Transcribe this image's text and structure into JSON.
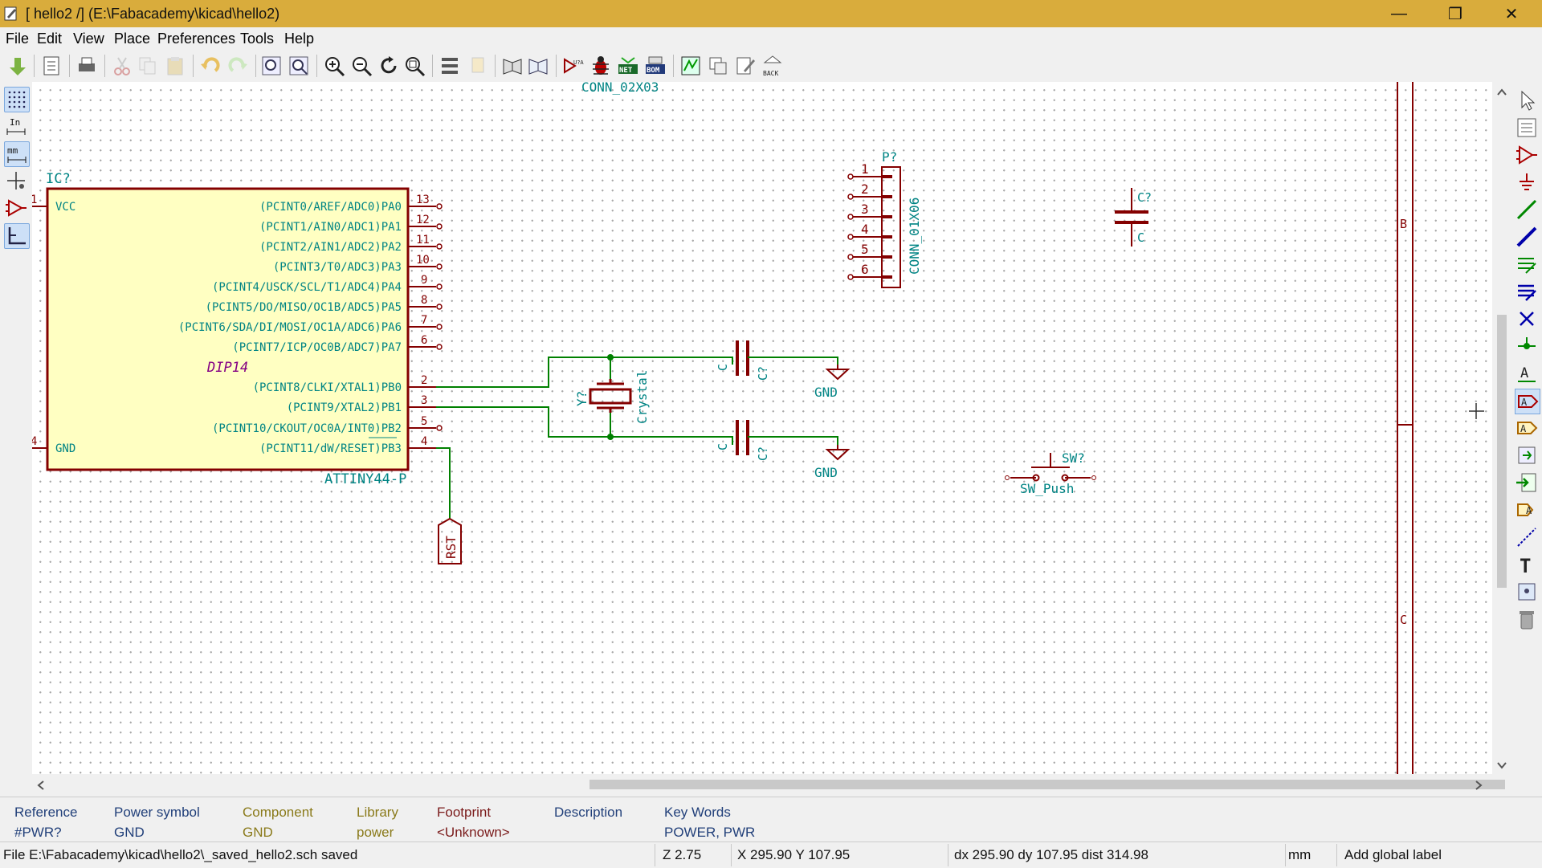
{
  "window": {
    "title": "[ hello2 /] (E:\\Fabacademy\\kicad\\hello2)",
    "minimize_glyph": "—",
    "maximize_glyph": "❐",
    "close_glyph": "✕"
  },
  "menu": [
    {
      "label": "File"
    },
    {
      "label": "Edit"
    },
    {
      "label": "View"
    },
    {
      "label": "Place"
    },
    {
      "label": "Preferences"
    },
    {
      "label": "Tools"
    },
    {
      "label": "Help"
    }
  ],
  "toolbar_text": {
    "back_label": "BACK",
    "net_label": "NET",
    "bom_label": "BOM",
    "annotate_label": "U?A 123"
  },
  "left_toolbar": {
    "units_in": "In",
    "units_mm": "mm"
  },
  "schematic": {
    "top_fragment": "CONN_02X03",
    "ic": {
      "ref": "IC?",
      "value": "ATTINY44-P",
      "footprint": "DIP14",
      "left_pins": [
        {
          "num": "1",
          "name": "VCC"
        },
        {
          "num": "4",
          "name": "GND"
        }
      ],
      "right_pins": [
        {
          "num": "13",
          "name": "(PCINT0/AREF/ADC0)PA0"
        },
        {
          "num": "12",
          "name": "(PCINT1/AIN0/ADC1)PA1"
        },
        {
          "num": "11",
          "name": "(PCINT2/AIN1/ADC2)PA2"
        },
        {
          "num": "10",
          "name": "(PCINT3/T0/ADC3)PA3"
        },
        {
          "num": "9",
          "name": "(PCINT4/USCK/SCL/T1/ADC4)PA4"
        },
        {
          "num": "8",
          "name": "(PCINT5/DO/MISO/OC1B/ADC5)PA5"
        },
        {
          "num": "7",
          "name": "(PCINT6/SDA/DI/MOSI/OC1A/ADC6)PA6"
        },
        {
          "num": "6",
          "name": "(PCINT7/ICP/OC0B/ADC7)PA7"
        },
        {
          "num": "2",
          "name": "(PCINT8/CLKI/XTAL1)PB0"
        },
        {
          "num": "3",
          "name": "(PCINT9/XTAL2)PB1"
        },
        {
          "num": "5",
          "name": "(PCINT10/CKOUT/OC0A/INT0)PB2"
        },
        {
          "num": "4",
          "name": "(PCINT11/dW/RESET)PB3"
        }
      ]
    },
    "rst_label": "RST",
    "crystal": {
      "ref": "Y?",
      "value": "Crystal"
    },
    "cap1": {
      "ref": "C?",
      "value": "C"
    },
    "cap2": {
      "ref": "C?",
      "value": "C"
    },
    "cap3": {
      "ref": "C?",
      "value": "C"
    },
    "gnd1": "GND",
    "gnd2": "GND",
    "connector": {
      "ref": "P?",
      "value": "CONN_01X06",
      "pins": [
        "1",
        "2",
        "3",
        "4",
        "5",
        "6"
      ]
    },
    "switch": {
      "ref": "SW?",
      "value": "SW_Push"
    },
    "border_zone_b": "B",
    "border_zone_c": "C"
  },
  "info_panel": [
    {
      "label": "Reference",
      "value": "#PWR?"
    },
    {
      "label": "Power symbol",
      "value": "GND"
    },
    {
      "label": "Component",
      "value": "GND"
    },
    {
      "label": "Library",
      "value": "power"
    },
    {
      "label": "Footprint",
      "value": "<Unknown>"
    },
    {
      "label": "Description",
      "value": ""
    },
    {
      "label": "Key Words",
      "value": "POWER, PWR"
    }
  ],
  "status": {
    "message": "File E:\\Fabacademy\\kicad\\hello2\\_saved_hello2.sch saved",
    "zoom": "Z 2.75",
    "xy": "X 295.90  Y 107.95",
    "delta": "dx 295.90  dy 107.95  dist 314.98",
    "units": "mm",
    "action": "Add global label"
  },
  "colors": {
    "title_bar": "#d9ac3c",
    "wire": "#008000",
    "body_fill": "#ffffc2",
    "component": "#840000",
    "label_teal": "#008484",
    "footprint_purple": "#840084"
  }
}
